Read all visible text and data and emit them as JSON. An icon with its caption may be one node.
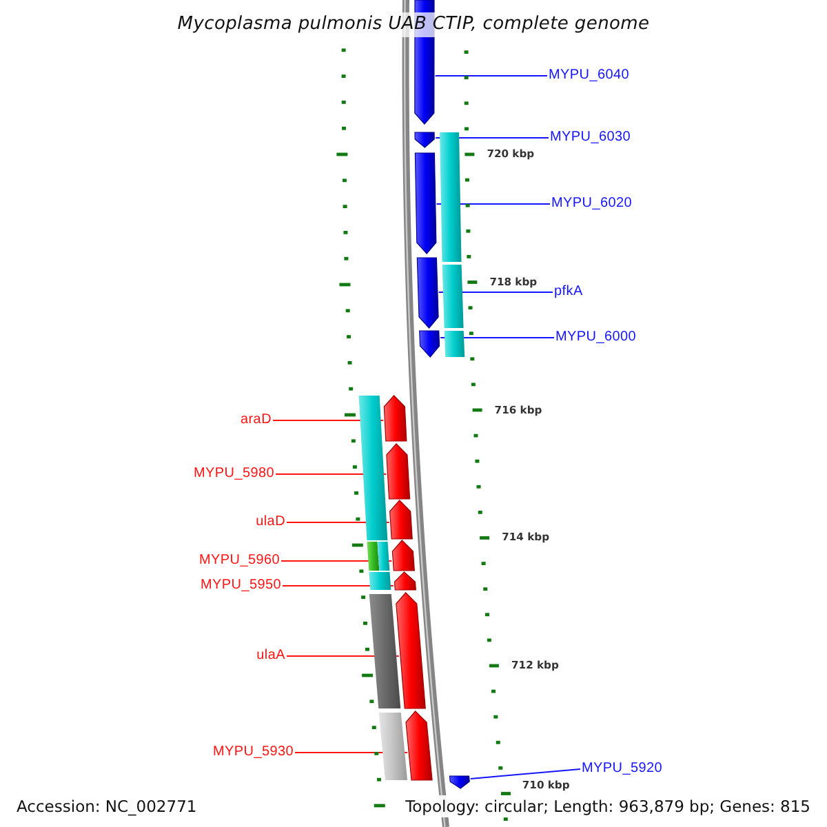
{
  "diagram": {
    "title": "Mycoplasma pulmonis UAB CTIP, complete genome",
    "nodes": [
      {
        "text": [
          "MYPU_6040"
        ]
      },
      {
        "text": [
          "MYPU_6030"
        ]
      },
      {
        "text": [
          "MYPU_6020"
        ]
      },
      {
        "text": [
          "pfkA"
        ]
      },
      {
        "text": [
          "MYPU_6000"
        ]
      },
      {
        "text": [
          "araD"
        ]
      },
      {
        "text": [
          "MYPU_5980"
        ]
      },
      {
        "text": [
          "ulaD"
        ]
      },
      {
        "text": [
          "MYPU_5960"
        ]
      },
      {
        "text": [
          "MYPU_5950"
        ]
      },
      {
        "text": [
          "ulaA"
        ]
      },
      {
        "text": [
          "MYPU_5930"
        ]
      },
      {
        "text": [
          "MYPU_5920"
        ]
      },
      {
        "text": [],
        "shape": "pentagon"
      },
      {
        "text": [],
        "shape": "pentagon"
      },
      {
        "text": [],
        "shape": "pentagon"
      },
      {
        "text": [],
        "shape": "pentagon"
      },
      {
        "text": [],
        "shape": "pentagon"
      },
      {
        "text": [],
        "shape": "pentagon"
      },
      {
        "text": [],
        "shape": "pentagon"
      },
      {
        "text": [],
        "shape": "pentagon"
      },
      {
        "text": [],
        "shape": "pentagon"
      },
      {
        "text": [],
        "shape": "pentagon"
      },
      {
        "text": [],
        "shape": "pentagon"
      },
      {
        "text": [],
        "shape": "pentagon"
      },
      {
        "text": [],
        "shape": "pentagon"
      },
      {
        "text": [],
        "shape": "bar"
      },
      {
        "text": [],
        "shape": "bar"
      },
      {
        "text": [],
        "shape": "bar"
      },
      {
        "text": [],
        "shape": "bar"
      },
      {
        "text": [],
        "shape": "bar"
      },
      {
        "text": [],
        "shape": "bar"
      },
      {
        "text": [],
        "shape": "bar"
      },
      {
        "text": [],
        "shape": "bar"
      }
    ],
    "edges": [
      {
        "from": 0,
        "to": 13,
        "arrow": "none",
        "color": "#1414ff"
      },
      {
        "from": 1,
        "to": 14,
        "arrow": "none",
        "color": "#1414ff"
      },
      {
        "from": 2,
        "to": 15,
        "arrow": "none",
        "color": "#1414ff"
      },
      {
        "from": 3,
        "to": 16,
        "arrow": "none",
        "color": "#1414ff"
      },
      {
        "from": 4,
        "to": 17,
        "arrow": "none",
        "color": "#1414ff"
      },
      {
        "from": 5,
        "to": 18,
        "arrow": "none"
      },
      {
        "from": 6,
        "to": 19,
        "arrow": "none"
      },
      {
        "from": 7,
        "to": 20,
        "arrow": "none"
      },
      {
        "from": 8,
        "to": 21,
        "arrow": "none"
      },
      {
        "from": 9,
        "to": 22,
        "arrow": "none"
      },
      {
        "from": 10,
        "to": 23,
        "arrow": "none"
      },
      {
        "from": 11,
        "to": 24,
        "arrow": "none"
      },
      {
        "from": 12,
        "to": 25,
        "arrow": "none",
        "color": "#1414ff"
      }
    ],
    "labels": [
      "720 kbp",
      "718 kbp",
      "716 kbp",
      "714 kbp",
      "712 kbp",
      "710 kbp",
      "Accession: NC_002771",
      "Topology: circular; Length: 963,879 bp; Genes: 815"
    ]
  }
}
